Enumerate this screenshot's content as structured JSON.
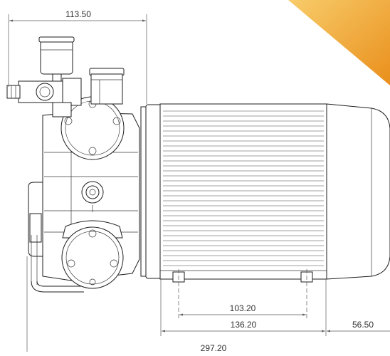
{
  "colors": {
    "background": "#ffffff",
    "line": "#1e1e1e",
    "dimension": "#5a5a5a",
    "accent_light": "#f6c35a",
    "accent_dark": "#e98f1c"
  },
  "dimensions": {
    "top_width": "113.50",
    "foot_spacing": "103.20",
    "foot_total": "136.20",
    "end_cap": "56.50",
    "overall": "297.20"
  }
}
